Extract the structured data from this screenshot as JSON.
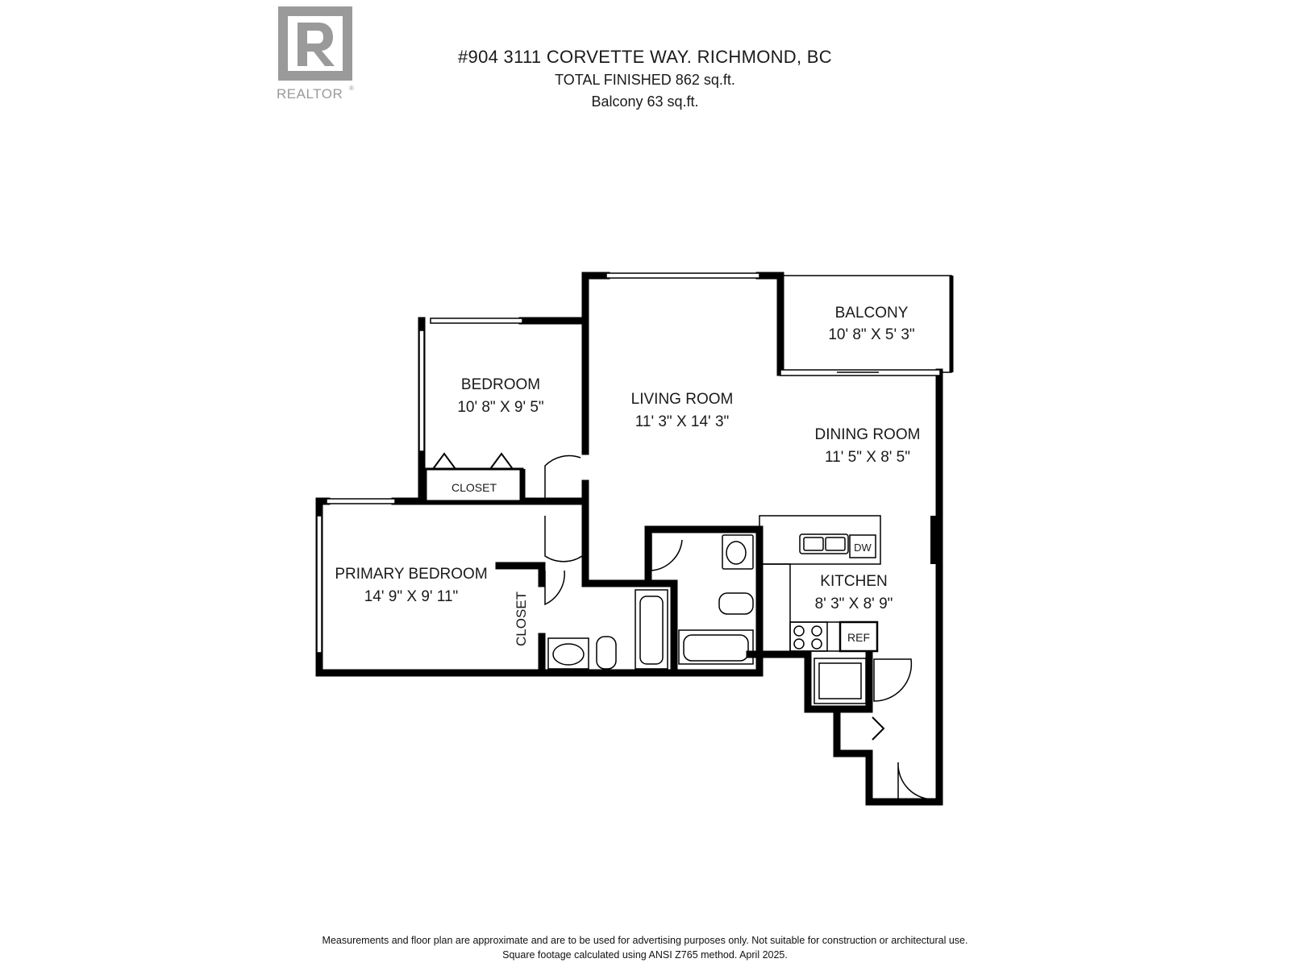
{
  "logo": {
    "label": "REALTOR",
    "icon": "realtor-r-logo",
    "color": "#9a9a9a"
  },
  "header": {
    "address": "#904 3111 CORVETTE WAY. RICHMOND, BC",
    "total_finished": "TOTAL FINISHED  862 sq.ft.",
    "balcony_area": "Balcony  63 sq.ft."
  },
  "rooms": {
    "balcony": {
      "name": "BALCONY",
      "dims": "10' 8\" X 5' 3\""
    },
    "bedroom": {
      "name": "BEDROOM",
      "dims": "10' 8\" X 9' 5\""
    },
    "living": {
      "name": "LIVING ROOM",
      "dims": "11' 3\" X 14' 3\""
    },
    "dining": {
      "name": "DINING ROOM",
      "dims": "11' 5\" X 8' 5\""
    },
    "primary": {
      "name": "PRIMARY BEDROOM",
      "dims": "14' 9\" X 9' 11\""
    },
    "kitchen": {
      "name": "KITCHEN",
      "dims": "8' 3\" X 8' 9\""
    },
    "closet_bedroom": {
      "name": "CLOSET"
    },
    "closet_primary": {
      "name": "CLOSET"
    }
  },
  "fixtures": {
    "dishwasher": "DW",
    "refrigerator": "REF"
  },
  "disclaimer": {
    "line1": "Measurements and floor plan are approximate and are to be used for advertising purposes only. Not suitable for construction or architectural use.",
    "line2": "Square footage calculated using ANSI Z765 method. April 2025."
  }
}
